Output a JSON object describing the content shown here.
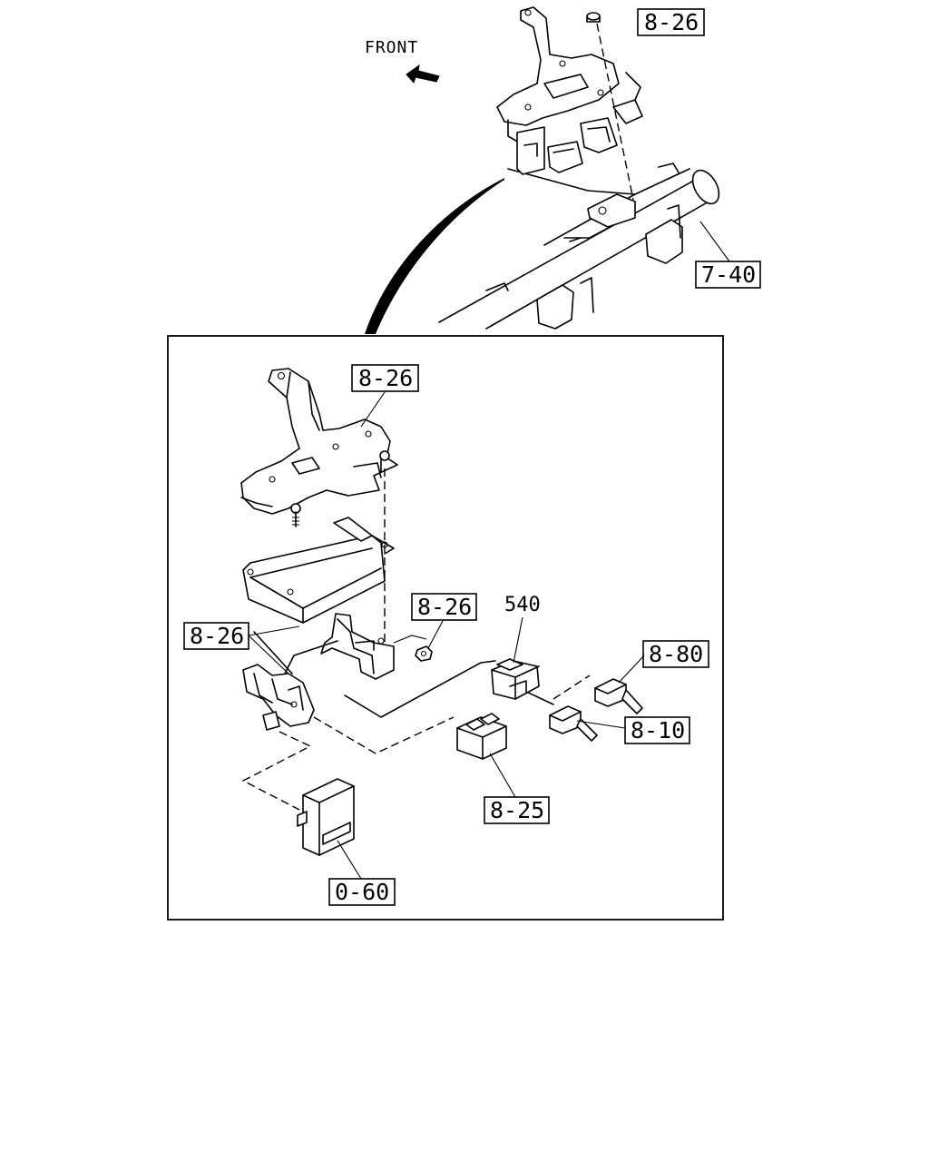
{
  "front_label": "FRONT",
  "top_callouts": {
    "bolt": "8-26",
    "crossmember": "7-40"
  },
  "detail_callouts": {
    "bracket": "8-26",
    "nut": "8-26",
    "harness": "8-26",
    "connector_part": "540",
    "switch_a": "8-80",
    "switch_b": "8-10",
    "relay": "8-25",
    "control_unit": "0-60"
  }
}
